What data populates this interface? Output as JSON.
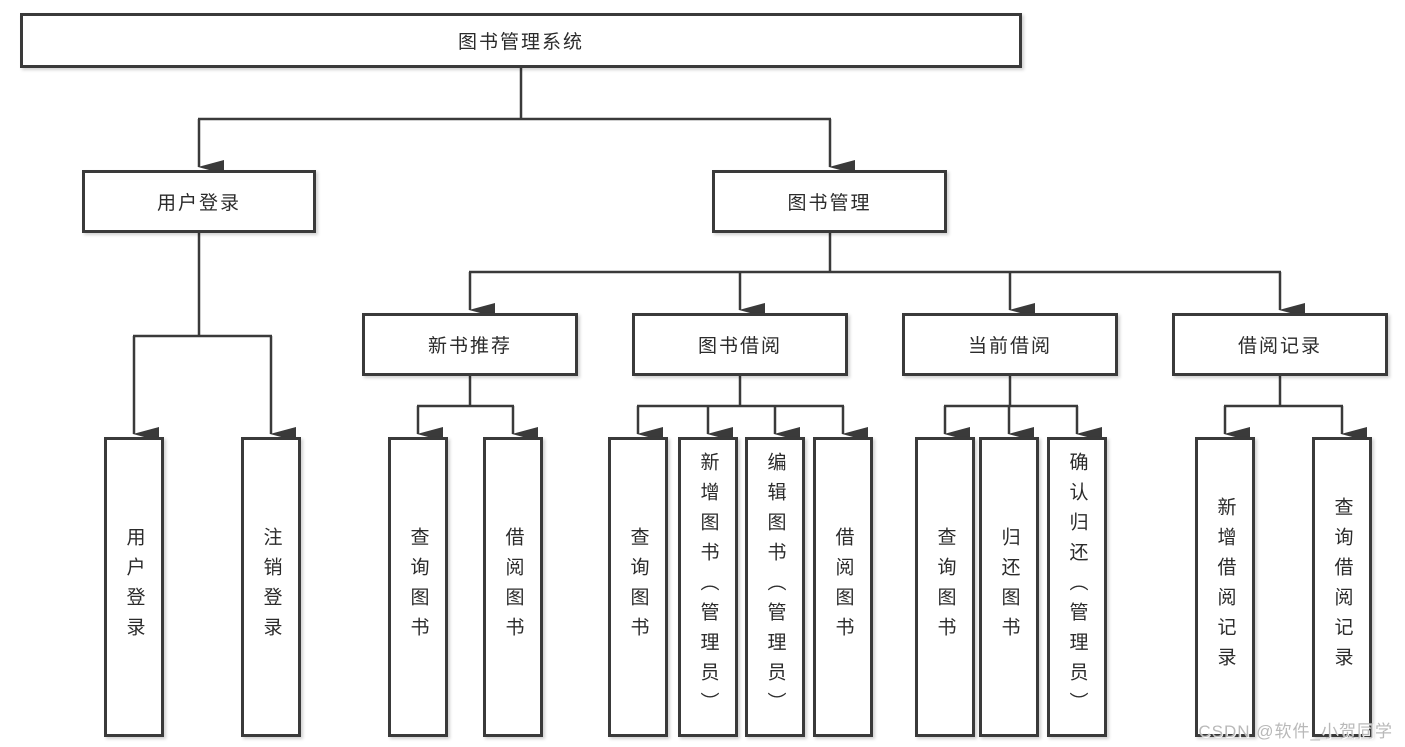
{
  "tree": {
    "label": "图书管理系统",
    "children": [
      {
        "label": "用户登录",
        "children": [
          {
            "label": "用户登录"
          },
          {
            "label": "注销登录"
          }
        ]
      },
      {
        "label": "图书管理",
        "children": [
          {
            "label": "新书推荐",
            "children": [
              {
                "label": "查询图书"
              },
              {
                "label": "借阅图书"
              }
            ]
          },
          {
            "label": "图书借阅",
            "children": [
              {
                "label": "查询图书"
              },
              {
                "label": "新增图书（管理员）"
              },
              {
                "label": "编辑图书（管理员）"
              },
              {
                "label": "借阅图书"
              }
            ]
          },
          {
            "label": "当前借阅",
            "children": [
              {
                "label": "查询图书"
              },
              {
                "label": "归还图书"
              },
              {
                "label": "确认归还（管理员）"
              }
            ]
          },
          {
            "label": "借阅记录",
            "children": [
              {
                "label": "新增借阅记录"
              },
              {
                "label": "查询借阅记录"
              }
            ]
          }
        ]
      }
    ]
  },
  "watermark": {
    "text": "CSDN @软件_小贺同学"
  },
  "colors": {
    "background": "#ffffff",
    "line": "#3a3a3a",
    "box_border": "#3a3a3a",
    "box_fill": "#ffffff",
    "text": "#2b2b2b",
    "watermark": "#b9b9b9"
  }
}
